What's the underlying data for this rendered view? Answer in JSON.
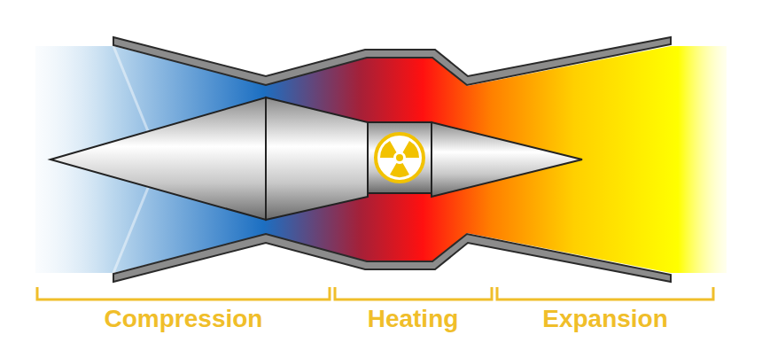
{
  "diagram": {
    "labels": [
      "Compression",
      "Heating",
      "Expansion"
    ]
  }
}
